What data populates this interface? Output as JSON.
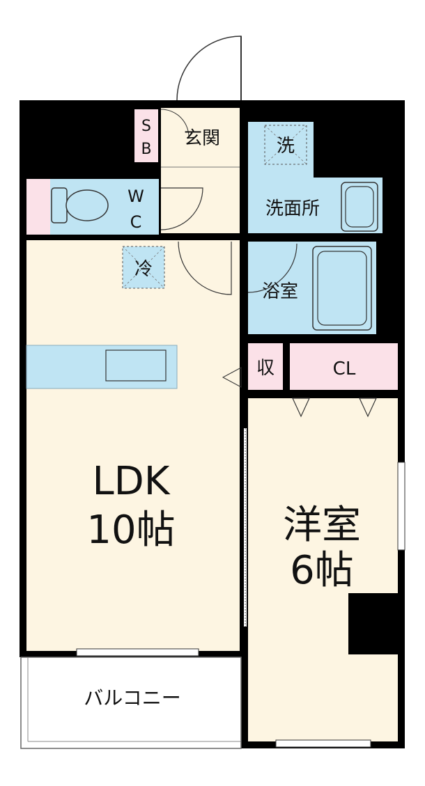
{
  "rooms": {
    "sb_s": "S",
    "sb_b": "B",
    "entrance": "玄関",
    "washer": "洗",
    "wc_w": "W",
    "wc_c": "C",
    "washroom": "洗面所",
    "fridge": "冷",
    "bath": "浴室",
    "storage": "収",
    "closet": "CL",
    "ldk_name": "LDK",
    "ldk_size": "10帖",
    "western_name": "洋室",
    "western_size": "6帖",
    "balcony": "バルコニー"
  },
  "colors": {
    "floor": "#fdf5e2",
    "water": "#bfe4f3",
    "storage": "#fbe1e8",
    "wall": "#000000",
    "balcony": "#ffffff"
  }
}
